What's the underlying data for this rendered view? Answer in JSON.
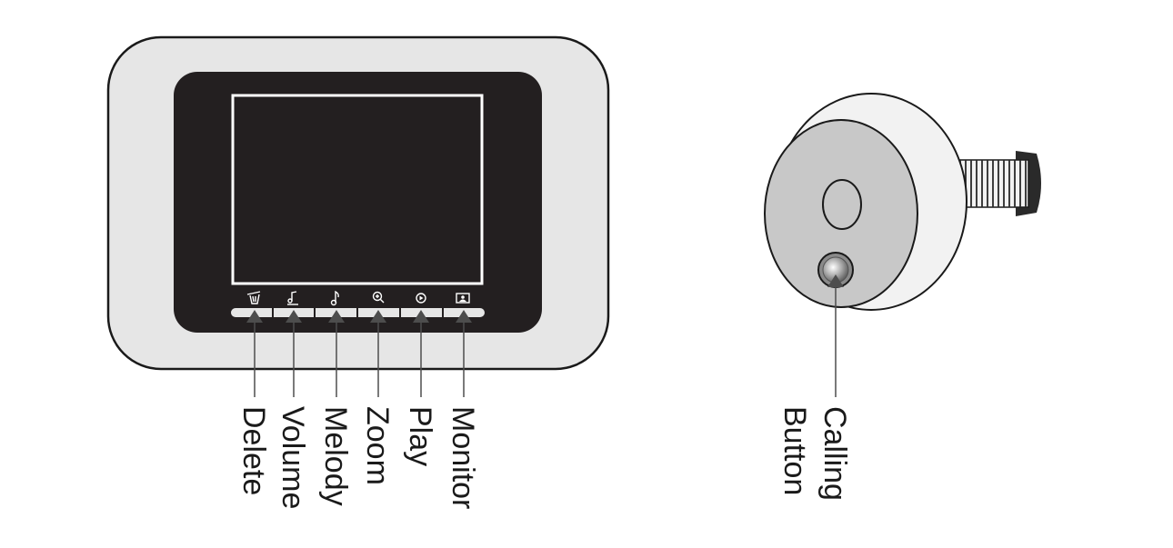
{
  "monitor_buttons": [
    {
      "label": "Delete",
      "icon": "trash-icon"
    },
    {
      "label": "Volume",
      "icon": "volume-icon"
    },
    {
      "label": "Melody",
      "icon": "music-note-icon"
    },
    {
      "label": "Zoom",
      "icon": "zoom-icon"
    },
    {
      "label": "Play",
      "icon": "play-icon"
    },
    {
      "label": "Monitor",
      "icon": "monitor-icon"
    }
  ],
  "doorbell": {
    "calling_button_line1": "Calling",
    "calling_button_line2": "Button"
  }
}
